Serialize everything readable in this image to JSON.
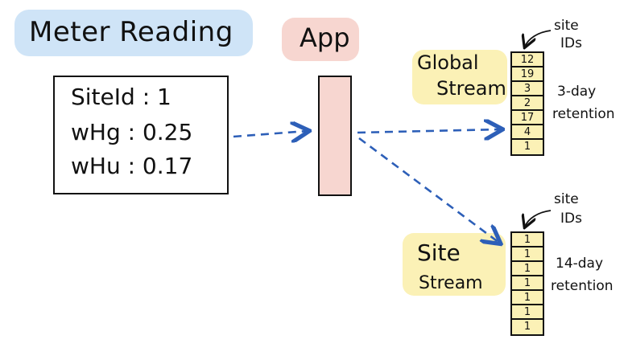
{
  "source": {
    "title": "Meter Reading",
    "lines": [
      "SiteId : 1",
      "wHg : 0.25",
      "wHu : 0.17"
    ]
  },
  "app": {
    "label": "App"
  },
  "global": {
    "label_line1": "Global",
    "label_line2": "Stream",
    "ids": [
      "12",
      "19",
      "3",
      "2",
      "17",
      "4",
      "1"
    ],
    "site_ids_line1": "site",
    "site_ids_line2": "IDs",
    "retention_line1": "3-day",
    "retention_line2": "retention"
  },
  "site": {
    "label_line1": "Site",
    "label_line2": "Stream",
    "ids": [
      "1",
      "1",
      "1",
      "1",
      "1",
      "1",
      "1"
    ],
    "site_ids_line1": "site",
    "site_ids_line2": "IDs",
    "retention_line1": "14-day",
    "retention_line2": "retention"
  },
  "colors": {
    "arrow": "#2d5fb8",
    "title_highlight": "#cfe4f7",
    "app_highlight": "#f7d6d0",
    "stream_highlight": "#fbf1b6"
  }
}
